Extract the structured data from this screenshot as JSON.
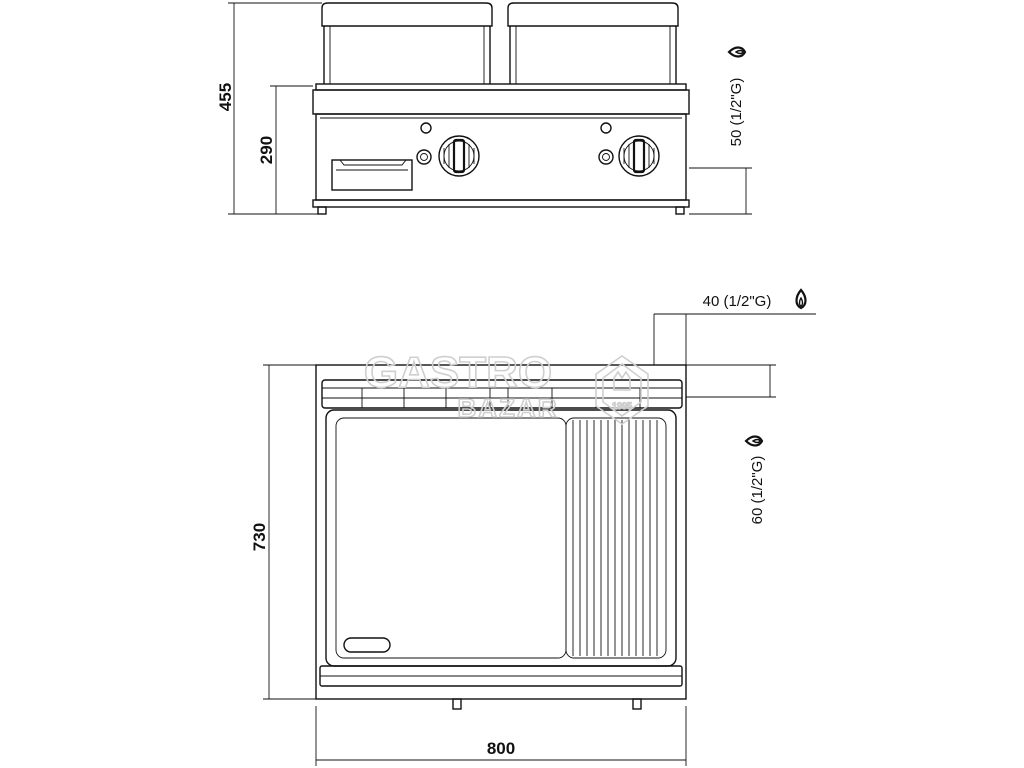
{
  "dimensions": {
    "height_total": "455",
    "height_body": "290",
    "depth": "730",
    "width": "800"
  },
  "connections": {
    "front_gas": "50 (1/2\"G)",
    "top_gas": "40 (1/2\"G)",
    "side_gas": "60 (1/2\"G)"
  },
  "watermark": {
    "line1": "GASTRO",
    "line2": "BAZAR",
    "year": "1995"
  },
  "icons": {
    "gas": "gas-flame-icon",
    "knob": "control-knob-icon"
  },
  "colors": {
    "line": "#111111",
    "watermark": "#cfcfcf",
    "background": "#ffffff"
  }
}
